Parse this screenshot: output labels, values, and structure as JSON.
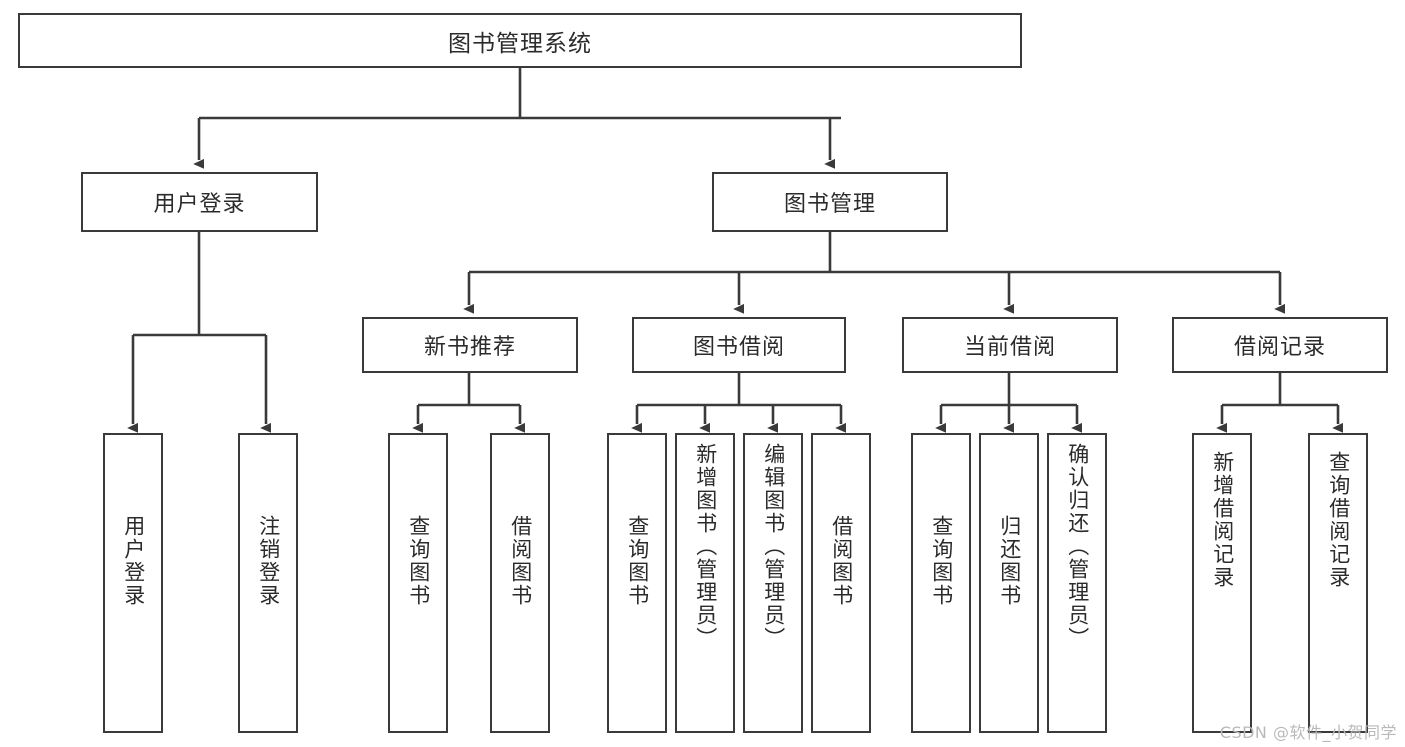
{
  "diagram": {
    "title": "图书管理系统",
    "type": "tree-hierarchy-diagram",
    "watermark": "CSDN @软件_小贺同学",
    "colors": {
      "box_border": "#3a3a3a",
      "box_fill": "#ffffff",
      "edge": "#3a3a3a",
      "text": "#2b2b2b",
      "watermark": "#b9b9b9",
      "background": "#ffffff"
    },
    "root": {
      "label": "图书管理系统"
    },
    "level2": [
      {
        "id": "user-login",
        "label": "用户登录"
      },
      {
        "id": "book-manage",
        "label": "图书管理"
      }
    ],
    "level3": [
      {
        "id": "new-book-recommend",
        "label": "新书推荐"
      },
      {
        "id": "book-borrow",
        "label": "图书借阅"
      },
      {
        "id": "current-borrow",
        "label": "当前借阅"
      },
      {
        "id": "borrow-record",
        "label": "借阅记录"
      }
    ],
    "leaves": {
      "user-login": [
        {
          "id": "leaf-user-login",
          "label": "用户登录"
        },
        {
          "id": "leaf-logout-login",
          "label": "注销登录"
        }
      ],
      "new-book-recommend": [
        {
          "id": "leaf-query-book-1",
          "label": "查询图书"
        },
        {
          "id": "leaf-borrow-book-1",
          "label": "借阅图书"
        }
      ],
      "book-borrow": [
        {
          "id": "leaf-query-book-2",
          "label": "查询图书"
        },
        {
          "id": "leaf-add-book-admin",
          "label": "新增图书（管理员）"
        },
        {
          "id": "leaf-edit-book-admin",
          "label": "编辑图书（管理员）"
        },
        {
          "id": "leaf-borrow-book-2",
          "label": "借阅图书"
        }
      ],
      "current-borrow": [
        {
          "id": "leaf-query-book-3",
          "label": "查询图书"
        },
        {
          "id": "leaf-return-book",
          "label": "归还图书"
        },
        {
          "id": "leaf-confirm-return-admin",
          "label": "确认归还（管理员）"
        }
      ],
      "borrow-record": [
        {
          "id": "leaf-add-borrow-record",
          "label": "新增借阅记录"
        },
        {
          "id": "leaf-query-borrow-record",
          "label": "查询借阅记录"
        }
      ]
    }
  }
}
